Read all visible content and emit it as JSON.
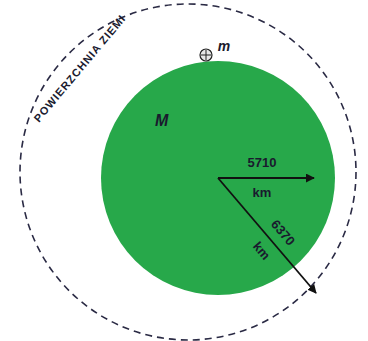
{
  "diagram": {
    "nodes": [
      {
        "text": [
          "M"
        ]
      }
    ],
    "labels": [
      "POWIERZCHNIA ZIEMI",
      "m",
      "5710 km",
      "6370 km"
    ]
  }
}
